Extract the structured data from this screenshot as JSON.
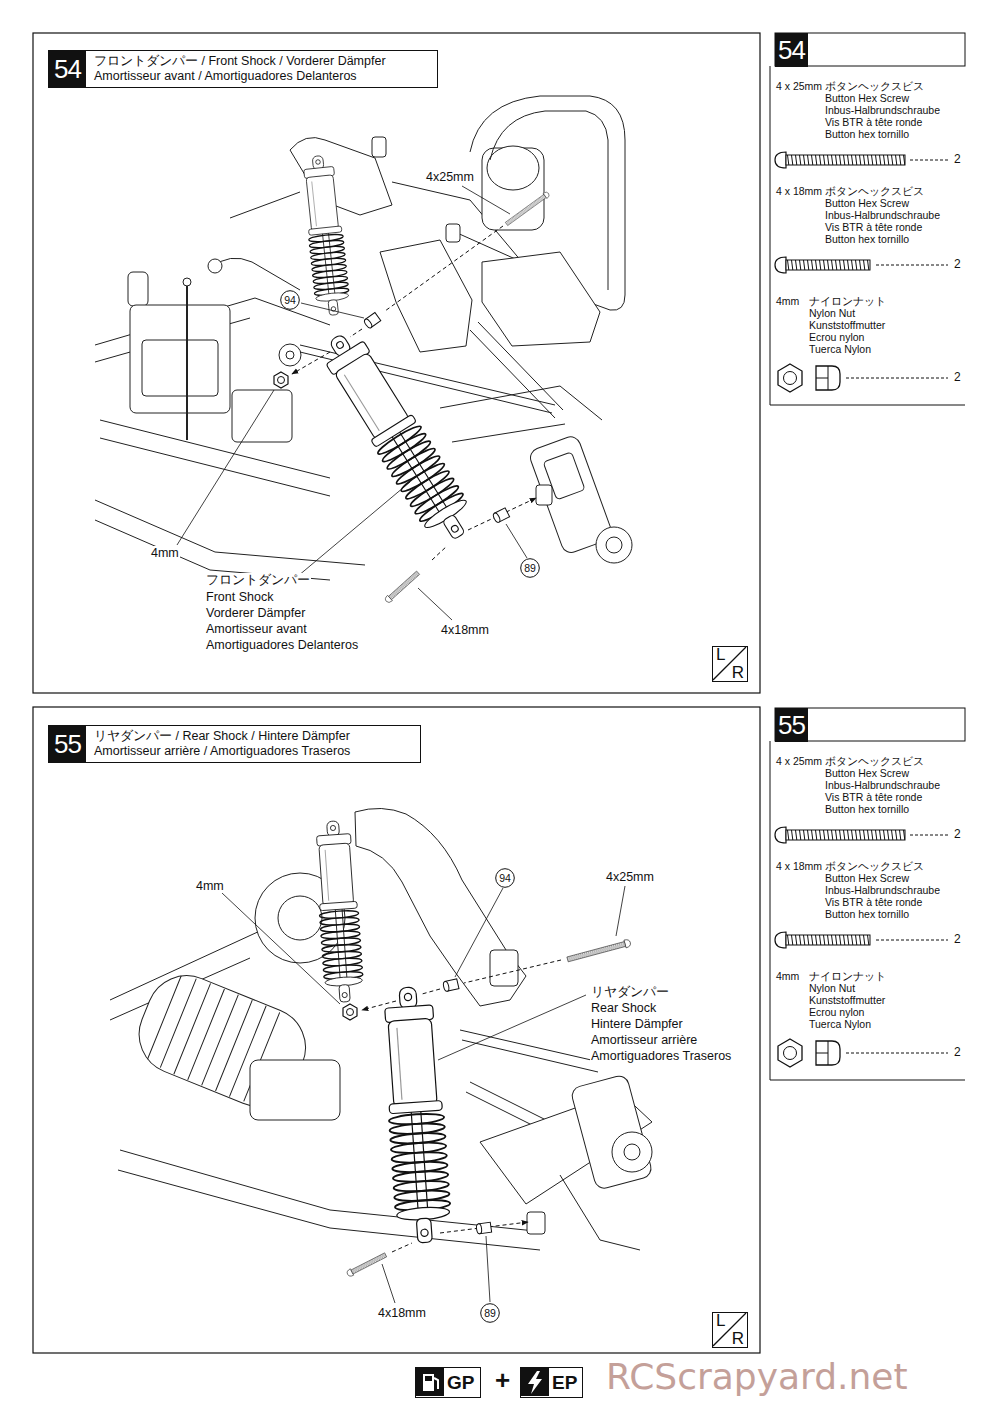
{
  "diagram": {
    "nodes": [
      {
        "text": [
          "フロントダンパー / Front Shock / Vorderer Dämpfer Amortisseur avant / Amortiguadores Delanteros"
        ]
      },
      {
        "text": [
          "54"
        ],
        "in": 0
      },
      {
        "text": [
          "54"
        ]
      },
      {
        "text": [
          "94"
        ]
      },
      {
        "text": [
          "89"
        ]
      },
      {
        "text": [
          "L",
          "R"
        ]
      },
      {
        "text": [
          "リヤダンパー / Rear Shock / Hintere Dämpfer Amortisseur arrière / Amortiguadores Traseros"
        ]
      },
      {
        "text": [
          "55"
        ],
        "in": 6
      },
      {
        "text": [
          "55"
        ]
      },
      {
        "text": [
          "94"
        ]
      },
      {
        "text": [
          "89"
        ]
      },
      {
        "text": [
          "L",
          "R"
        ]
      },
      {
        "text": [
          "GP"
        ]
      },
      {
        "text": [
          "EP"
        ]
      }
    ],
    "labels": [
      "4x25mm",
      "4mm",
      "フロントダンパー",
      "Front Shock",
      "Vorderer Dämpfer",
      "Amortisseur avant",
      "Amortiguadores Delanteros",
      "4x18mm",
      "4 x 25mm",
      "ボタンヘックスビス",
      "Button Hex Screw",
      "Inbus-Halbrundschraube",
      "Vis BTR à tête ronde",
      "Button hex tornillo",
      "2",
      "4 x 18mm",
      "ボタンヘックスビス",
      "Button Hex Screw",
      "Inbus-Halbrundschraube",
      "Vis BTR à tête ronde",
      "Button hex tornillo",
      "2",
      "4mm",
      "ナイロンナット",
      "Nylon Nut",
      "Kunststoffmutter",
      "Ecrou nylon",
      "Tuerca Nylon",
      "2",
      "4mm",
      "4x25mm",
      "リヤダンパー",
      "Rear Shock",
      "Hintere Dämpfer",
      "Amortisseur arrière",
      "Amortiguadores Traseros",
      "4x18mm",
      "4 x 25mm",
      "ボタンヘックスビス",
      "Button Hex Screw",
      "Inbus-Halbrundschraube",
      "Vis BTR à tête ronde",
      "Button hex tornillo",
      "2",
      "4 x 18mm",
      "ボタンヘックスビス",
      "Button Hex Screw",
      "Inbus-Halbrundschraube",
      "Vis BTR à tête ronde",
      "Button hex tornillo",
      "2",
      "4mm",
      "ナイロンナット",
      "Nylon Nut",
      "Kunststoffmutter",
      "Ecrou nylon",
      "Tuerca Nylon",
      "2",
      "+",
      "RCScrapyard.net"
    ]
  }
}
